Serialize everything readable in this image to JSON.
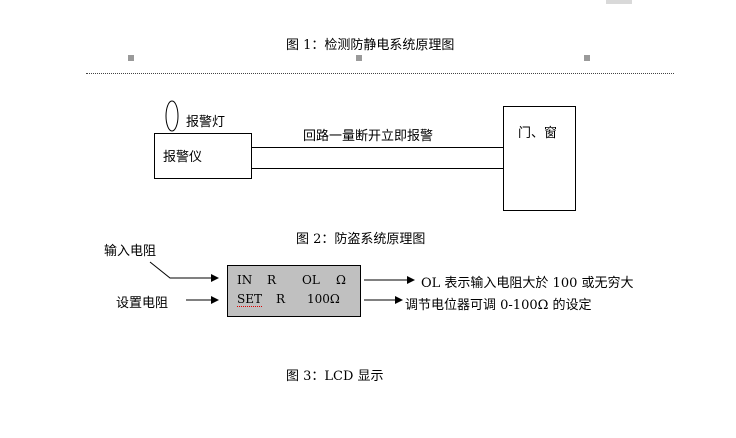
{
  "figure1": {
    "caption": "图 1：检测防静电系统原理图"
  },
  "figure2": {
    "caption": "图 2：防盗系统原理图",
    "lamp_label": "报警灯",
    "alarm_unit": "报警仪",
    "loop_label": "回路一量断开立即报警",
    "door_window": "门、窗"
  },
  "figure3": {
    "caption": "图 3：LCD 显示",
    "input_label": "输入电阻",
    "set_label": "设置电阻",
    "lcd": {
      "row1": {
        "c1": "IN",
        "c2": "R",
        "c3": "OL",
        "c4": "Ω"
      },
      "row2": {
        "c1": "SET",
        "c2": "R",
        "c3": "100Ω"
      }
    },
    "note1": "OL 表示输入电阻大於 100 或无穷大",
    "note2": "调节电位器可调 0-100Ω 的设定"
  }
}
